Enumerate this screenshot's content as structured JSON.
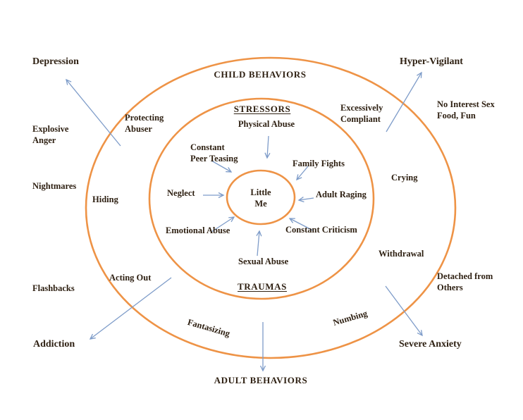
{
  "colors": {
    "ring": "#EE9346",
    "arrow": "#7E9CC9",
    "text": "#2F2113"
  },
  "center": {
    "little_me": "Little\nMe"
  },
  "inner_ring": {
    "stressors_heading": "STRESSORS",
    "traumas_heading": "TRAUMAS",
    "physical_abuse": "Physical Abuse",
    "constant_peer_teasing": "Constant\nPeer Teasing",
    "family_fights": "Family Fights",
    "neglect": "Neglect",
    "adult_raging": "Adult Raging",
    "emotional_abuse": "Emotional Abuse",
    "constant_criticism": "Constant Criticism",
    "sexual_abuse": "Sexual Abuse"
  },
  "middle_ring": {
    "child_behaviors_heading": "CHILD BEHAVIORS",
    "protecting_abuser": "Protecting\nAbuser",
    "excessively_compliant": "Excessively\nCompliant",
    "hiding": "Hiding",
    "crying": "Crying",
    "acting_out": "Acting Out",
    "withdrawal": "Withdrawal",
    "fantasizing": "Fantasizing",
    "numbing": "Numbing"
  },
  "outer_area": {
    "adult_behaviors_heading": "ADULT BEHAVIORS",
    "depression": "Depression",
    "hyper_vigilant": "Hyper-Vigilant",
    "no_interest_sex_food_fun": "No Interest Sex\nFood, Fun",
    "explosive_anger": "Explosive\nAnger",
    "nightmares": "Nightmares",
    "flashbacks": "Flashbacks",
    "addiction": "Addiction",
    "severe_anxiety": "Severe Anxiety",
    "detached_from_others": "Detached from\nOthers"
  }
}
